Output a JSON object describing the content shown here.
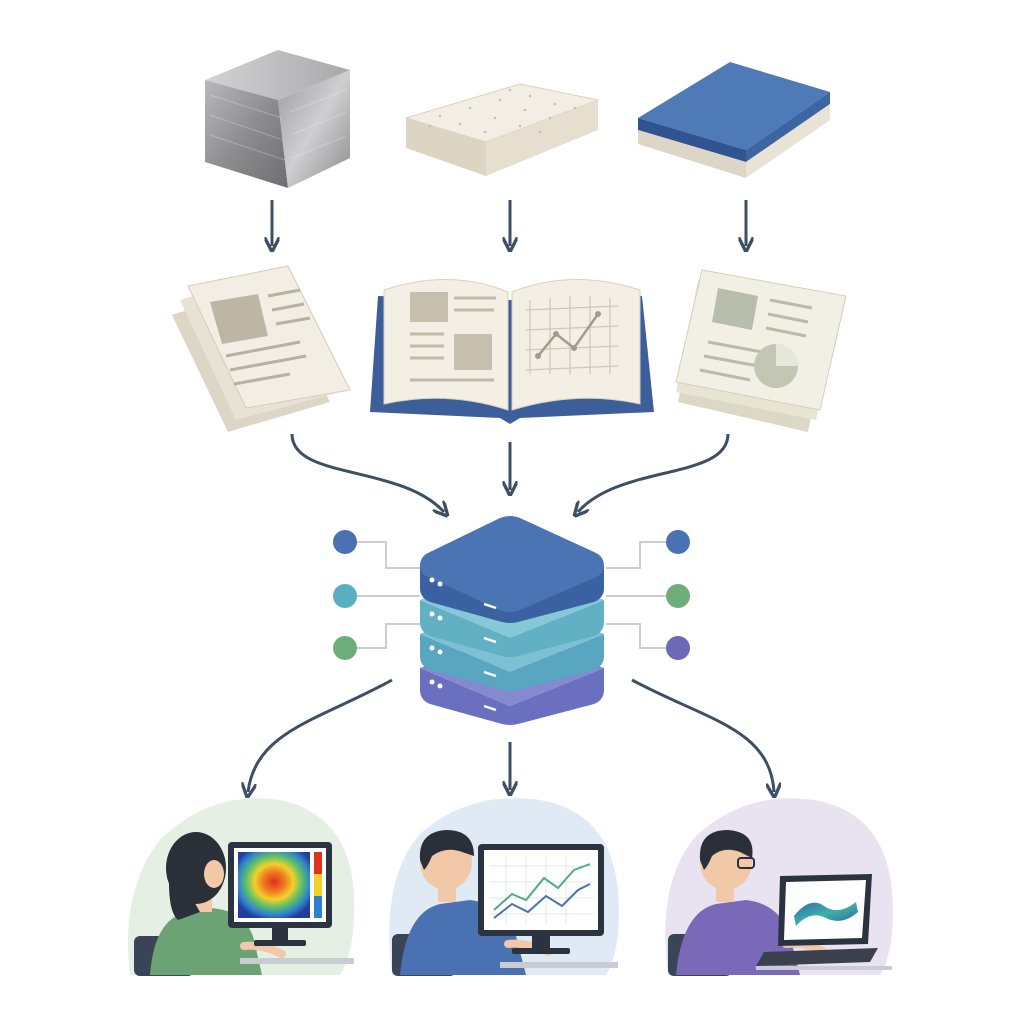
{
  "diagram": {
    "materials": [
      {
        "id": "metal",
        "icon": "metal-cube-icon"
      },
      {
        "id": "foam",
        "icon": "foam-slab-icon"
      },
      {
        "id": "coated",
        "icon": "coated-slab-icon"
      }
    ],
    "documents": [
      {
        "id": "paper-stack",
        "icon": "paper-stack-icon"
      },
      {
        "id": "open-book",
        "icon": "open-book-icon"
      },
      {
        "id": "report-stack",
        "icon": "report-stack-icon"
      }
    ],
    "hub": {
      "icon": "database-server-icon",
      "layers": 4
    },
    "users": [
      {
        "id": "user-heatmap",
        "icon": "researcher-heatmap-icon",
        "screen": "heatmap"
      },
      {
        "id": "user-linechart",
        "icon": "researcher-linechart-icon",
        "screen": "line-chart"
      },
      {
        "id": "user-surface",
        "icon": "researcher-3d-surface-icon",
        "screen": "3d-surface"
      }
    ]
  },
  "colors": {
    "arrow": "#3f4f63",
    "metal": "#9a9a9c",
    "foam": "#ede7db",
    "coated_top": "#4f7ab8",
    "db_dark": "#3f6aa5",
    "db_mid": "#5a9dbd",
    "db_teal": "#62b0c4",
    "db_purple": "#6b6fbf",
    "node_blue": "#4a72b2",
    "node_teal": "#5aaec2",
    "node_green": "#6eae7a",
    "node_purple": "#6d68b8",
    "circle_green": "#e6efe3",
    "circle_blue": "#dfeaf5",
    "circle_purple": "#e9e3f1"
  }
}
